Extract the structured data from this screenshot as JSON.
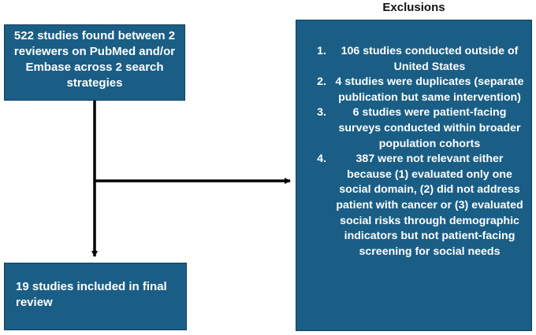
{
  "exclusions_title": "Exclusions",
  "boxes": {
    "top": "522 studies found between 2 reviewers on PubMed and/or Embase across 2 search strategies",
    "bottom": "19 studies included in final review"
  },
  "exclusions": [
    {
      "num": "1.",
      "text": "106 studies conducted outside of United States"
    },
    {
      "num": "2.",
      "text": "4 studies were duplicates (separate publication but same intervention)"
    },
    {
      "num": "3.",
      "text": "6 studies were patient-facing surveys conducted within broader population cohorts"
    },
    {
      "num": "4.",
      "text": "387 were not relevant either because (1) evaluated only one social domain, (2) did not address patient with cancer or (3) evaluated social risks through demographic indicators but not patient-facing screening for social needs"
    }
  ],
  "colors": {
    "box_fill": "#1a5e86",
    "box_text": "#ffffff",
    "arrow": "#000000"
  }
}
